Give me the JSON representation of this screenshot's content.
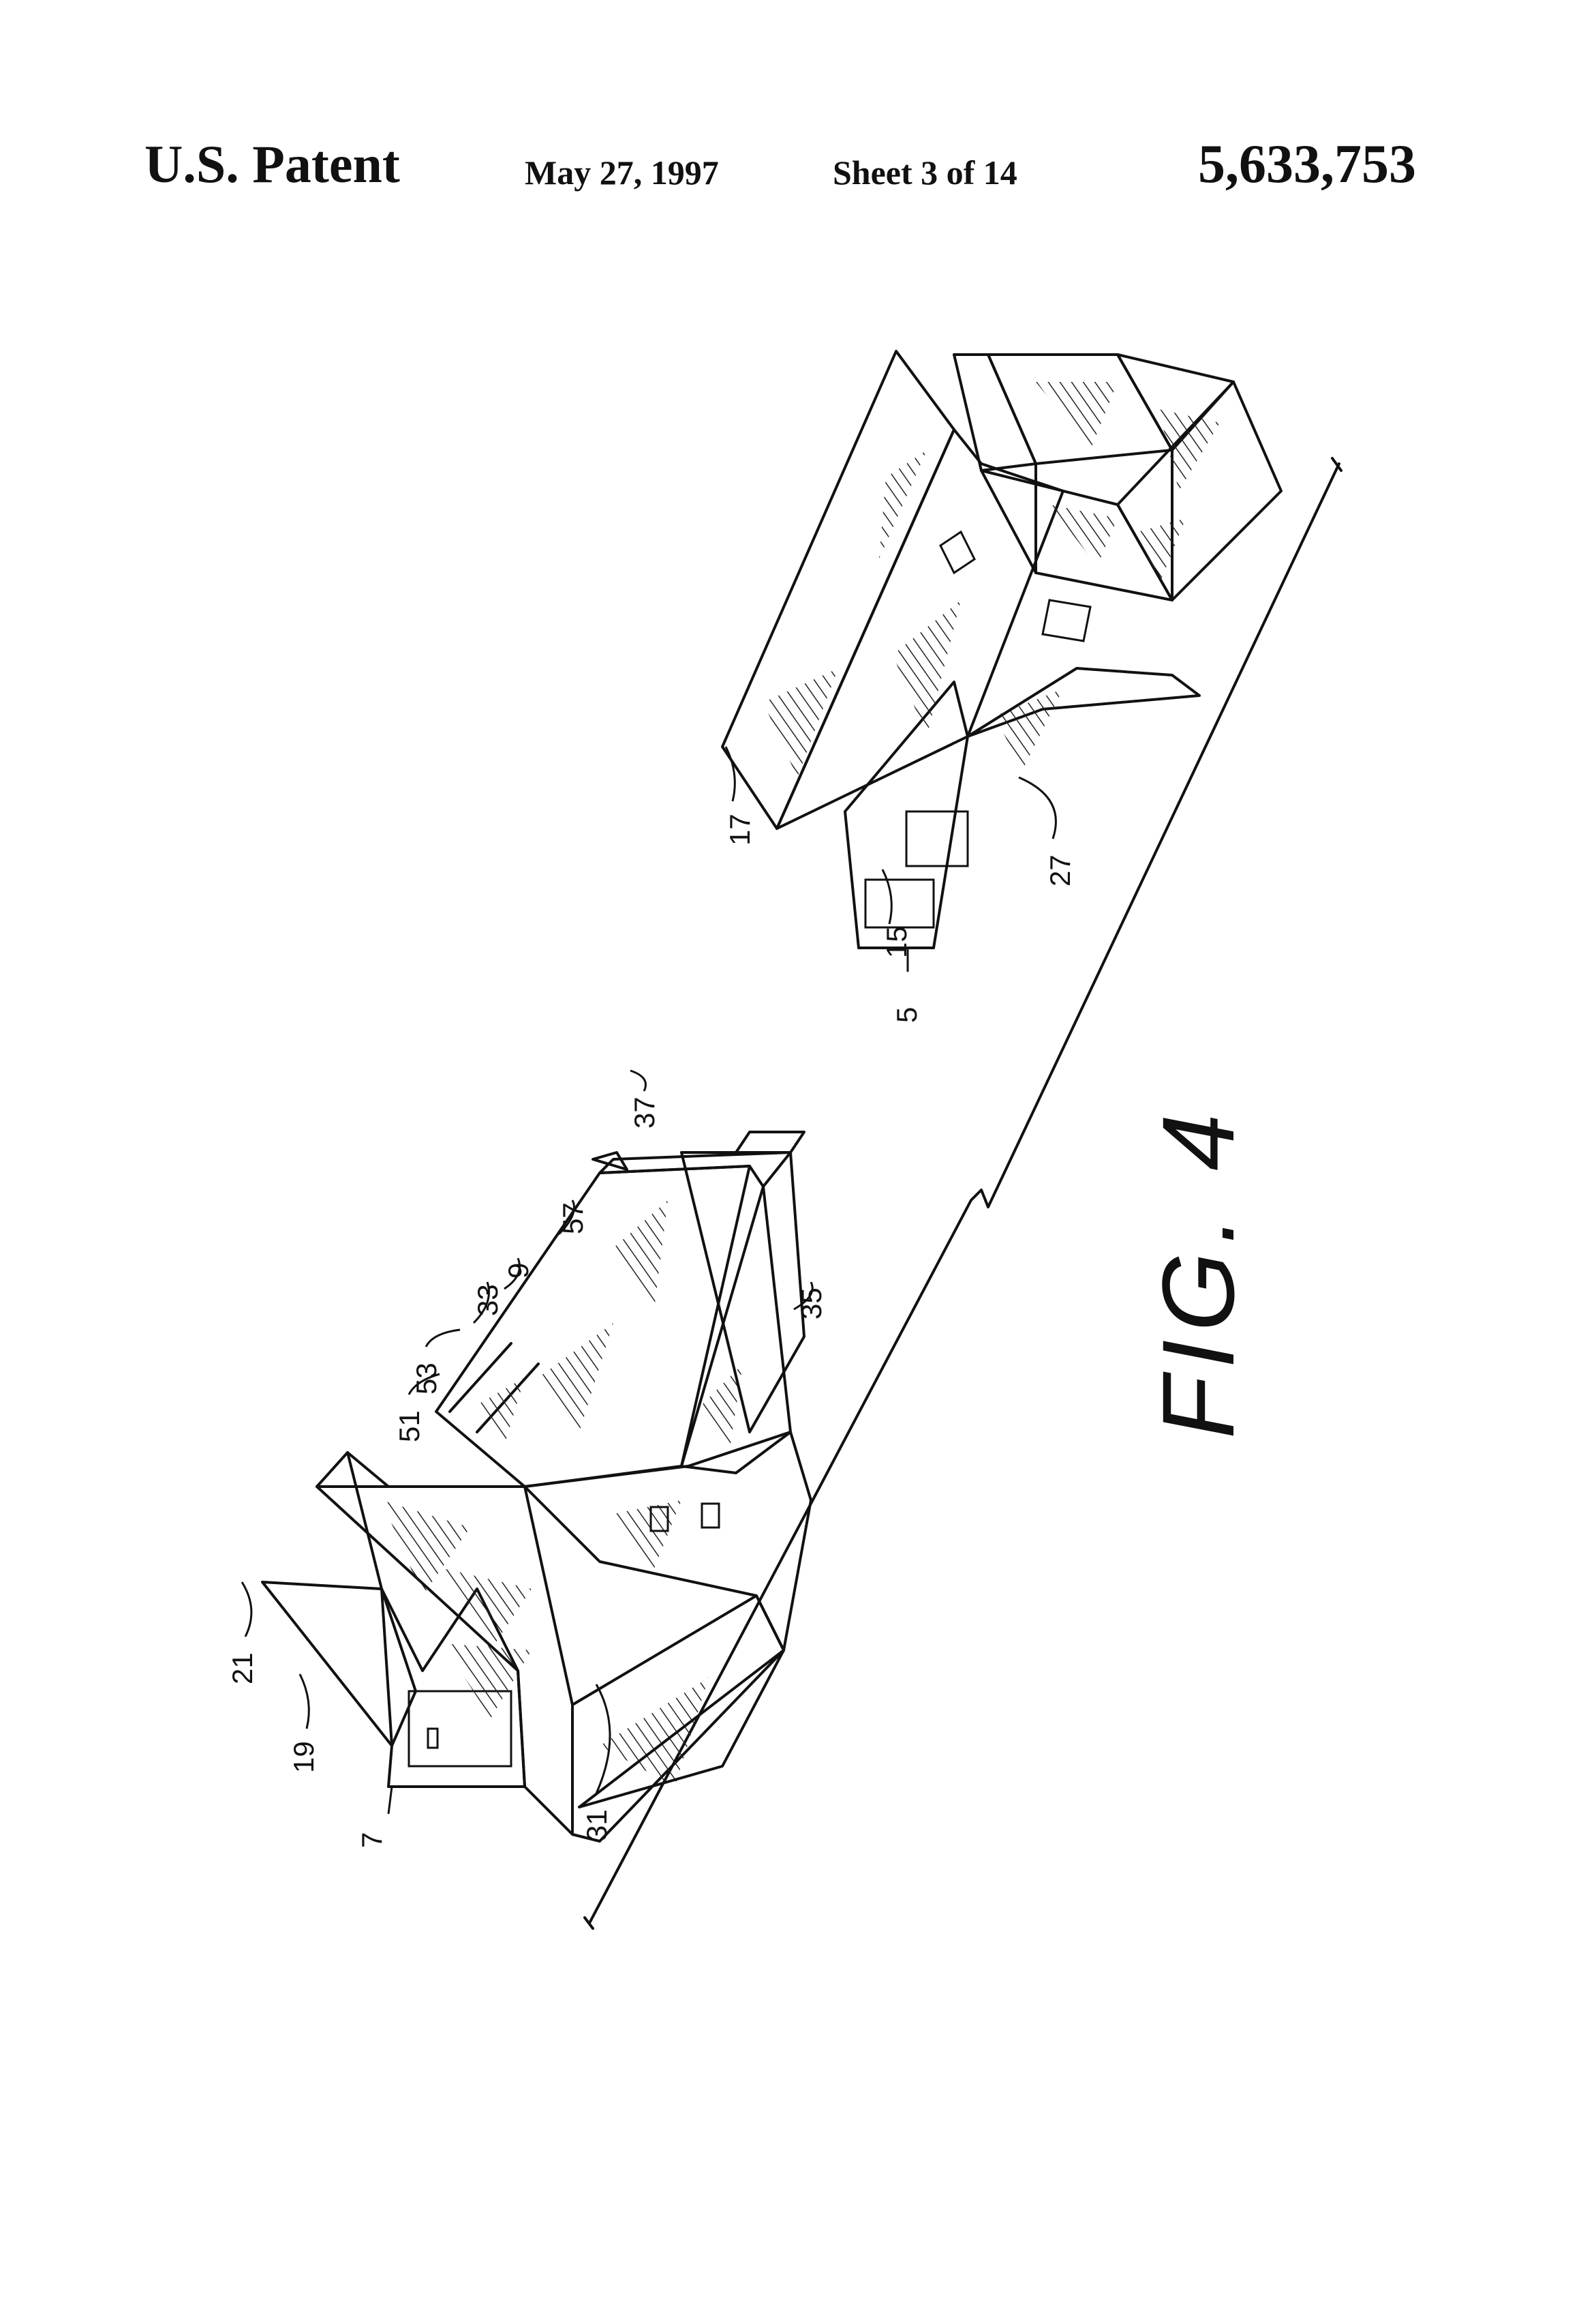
{
  "header": {
    "title": "U.S. Patent",
    "date": "May 27, 1997",
    "sheet": "Sheet 3 of 14",
    "patent_number": "5,633,753"
  },
  "figure": {
    "label": "FIG. 4",
    "references": {
      "r5": "5",
      "r15": "15",
      "r17": "17",
      "r27": "27",
      "r7": "7",
      "r19": "19",
      "r21": "21",
      "r31": "31",
      "r51": "51",
      "r53": "53",
      "r33": "33",
      "r9": "9",
      "r57": "57",
      "r37": "37",
      "r35": "35"
    }
  }
}
